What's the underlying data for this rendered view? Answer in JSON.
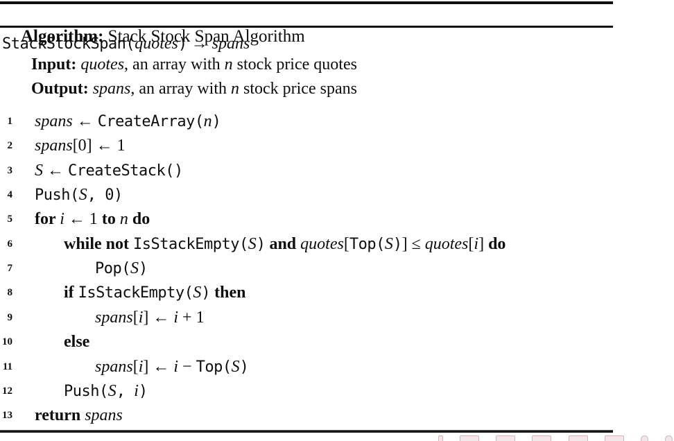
{
  "header": {
    "label": "Algorithm:",
    "title": " Stack Stock Span Algorithm"
  },
  "prelude": [
    {
      "name": "signature-line",
      "segments": [
        [
          "StackStockSpan(",
          "fn"
        ],
        [
          "quotes",
          "var"
        ],
        [
          ")",
          "fn"
        ],
        [
          " → ",
          "p"
        ],
        [
          "spans",
          "var"
        ]
      ]
    },
    {
      "name": "input-line",
      "segments": [
        [
          "Input:",
          "kw"
        ],
        [
          " ",
          "p"
        ],
        [
          "quotes",
          "var"
        ],
        [
          ", an array with ",
          "p"
        ],
        [
          "n",
          "var"
        ],
        [
          " stock price quotes",
          "p"
        ]
      ]
    },
    {
      "name": "output-line",
      "segments": [
        [
          "Output:",
          "kw"
        ],
        [
          " ",
          "p"
        ],
        [
          "spans",
          "var"
        ],
        [
          ", an array with ",
          "p"
        ],
        [
          "n",
          "var"
        ],
        [
          " stock price spans",
          "p"
        ]
      ]
    }
  ],
  "lines": [
    {
      "num": "1",
      "indent": 0,
      "segments": [
        [
          "spans",
          "var"
        ],
        [
          " ← ",
          "p"
        ],
        [
          "CreateArray(",
          "fn"
        ],
        [
          "n",
          "var"
        ],
        [
          ")",
          "fn"
        ]
      ]
    },
    {
      "num": "2",
      "indent": 0,
      "segments": [
        [
          "spans",
          "var"
        ],
        [
          "[0] ← 1",
          "p"
        ]
      ]
    },
    {
      "num": "3",
      "indent": 0,
      "segments": [
        [
          "S",
          "var"
        ],
        [
          " ← ",
          "p"
        ],
        [
          "CreateStack()",
          "fn"
        ]
      ]
    },
    {
      "num": "4",
      "indent": 0,
      "segments": [
        [
          "Push(",
          "fn"
        ],
        [
          "S",
          "var"
        ],
        [
          ", 0)",
          "fn"
        ]
      ]
    },
    {
      "num": "5",
      "indent": 0,
      "segments": [
        [
          "for ",
          "kw"
        ],
        [
          "i",
          "var"
        ],
        [
          " ← 1 ",
          "p"
        ],
        [
          "to",
          "kw"
        ],
        [
          " ",
          "p"
        ],
        [
          "n",
          "var"
        ],
        [
          " ",
          "p"
        ],
        [
          "do",
          "kw"
        ]
      ]
    },
    {
      "num": "6",
      "indent": 1,
      "segments": [
        [
          "while not ",
          "kw"
        ],
        [
          "IsStackEmpty(",
          "fn"
        ],
        [
          "S",
          "var"
        ],
        [
          ")",
          "fn"
        ],
        [
          " ",
          "p"
        ],
        [
          "and",
          "kw"
        ],
        [
          " ",
          "p"
        ],
        [
          "quotes",
          "var"
        ],
        [
          "[",
          "p"
        ],
        [
          "Top(",
          "fn"
        ],
        [
          "S",
          "var"
        ],
        [
          ")",
          "fn"
        ],
        [
          "] ≤ ",
          "p"
        ],
        [
          "quotes",
          "var"
        ],
        [
          "[",
          "p"
        ],
        [
          "i",
          "var"
        ],
        [
          "] ",
          "p"
        ],
        [
          "do",
          "kw"
        ]
      ]
    },
    {
      "num": "7",
      "indent": 2,
      "segments": [
        [
          "Pop(",
          "fn"
        ],
        [
          "S",
          "var"
        ],
        [
          ")",
          "fn"
        ]
      ]
    },
    {
      "num": "8",
      "indent": 1,
      "segments": [
        [
          "if ",
          "kw"
        ],
        [
          "IsStackEmpty(",
          "fn"
        ],
        [
          "S",
          "var"
        ],
        [
          ")",
          "fn"
        ],
        [
          " ",
          "p"
        ],
        [
          "then",
          "kw"
        ]
      ]
    },
    {
      "num": "9",
      "indent": 2,
      "segments": [
        [
          "spans",
          "var"
        ],
        [
          "[",
          "p"
        ],
        [
          "i",
          "var"
        ],
        [
          "] ← ",
          "p"
        ],
        [
          "i",
          "var"
        ],
        [
          " + 1",
          "p"
        ]
      ]
    },
    {
      "num": "10",
      "indent": 1,
      "segments": [
        [
          "else",
          "kw"
        ]
      ]
    },
    {
      "num": "11",
      "indent": 2,
      "segments": [
        [
          "spans",
          "var"
        ],
        [
          "[",
          "p"
        ],
        [
          "i",
          "var"
        ],
        [
          "] ← ",
          "p"
        ],
        [
          "i",
          "var"
        ],
        [
          " − ",
          "p"
        ],
        [
          "Top(",
          "fn"
        ],
        [
          "S",
          "var"
        ],
        [
          ")",
          "fn"
        ]
      ]
    },
    {
      "num": "12",
      "indent": 1,
      "segments": [
        [
          "Push(",
          "fn"
        ],
        [
          "S",
          "var"
        ],
        [
          ", ",
          "fn"
        ],
        [
          "i",
          "var"
        ],
        [
          ")",
          "fn"
        ]
      ]
    },
    {
      "num": "13",
      "indent": 0,
      "segments": [
        [
          "return ",
          "kw"
        ],
        [
          "spans",
          "var"
        ]
      ]
    }
  ],
  "footer": {
    "nav_symbols": [
      {
        "name": "slide-back-icon",
        "shape": "dot"
      },
      {
        "name": "slide-forward-icon",
        "shape": "rect"
      },
      {
        "name": "frame-nav-icon",
        "shape": "rect"
      },
      {
        "name": "subsection-nav-icon",
        "shape": "rect"
      },
      {
        "name": "section-nav-icon",
        "shape": "rect"
      },
      {
        "name": "presentation-nav-icon",
        "shape": "rect"
      },
      {
        "name": "back-search-icon",
        "shape": "circle"
      },
      {
        "name": "forward-search-icon",
        "shape": "circle"
      }
    ]
  }
}
